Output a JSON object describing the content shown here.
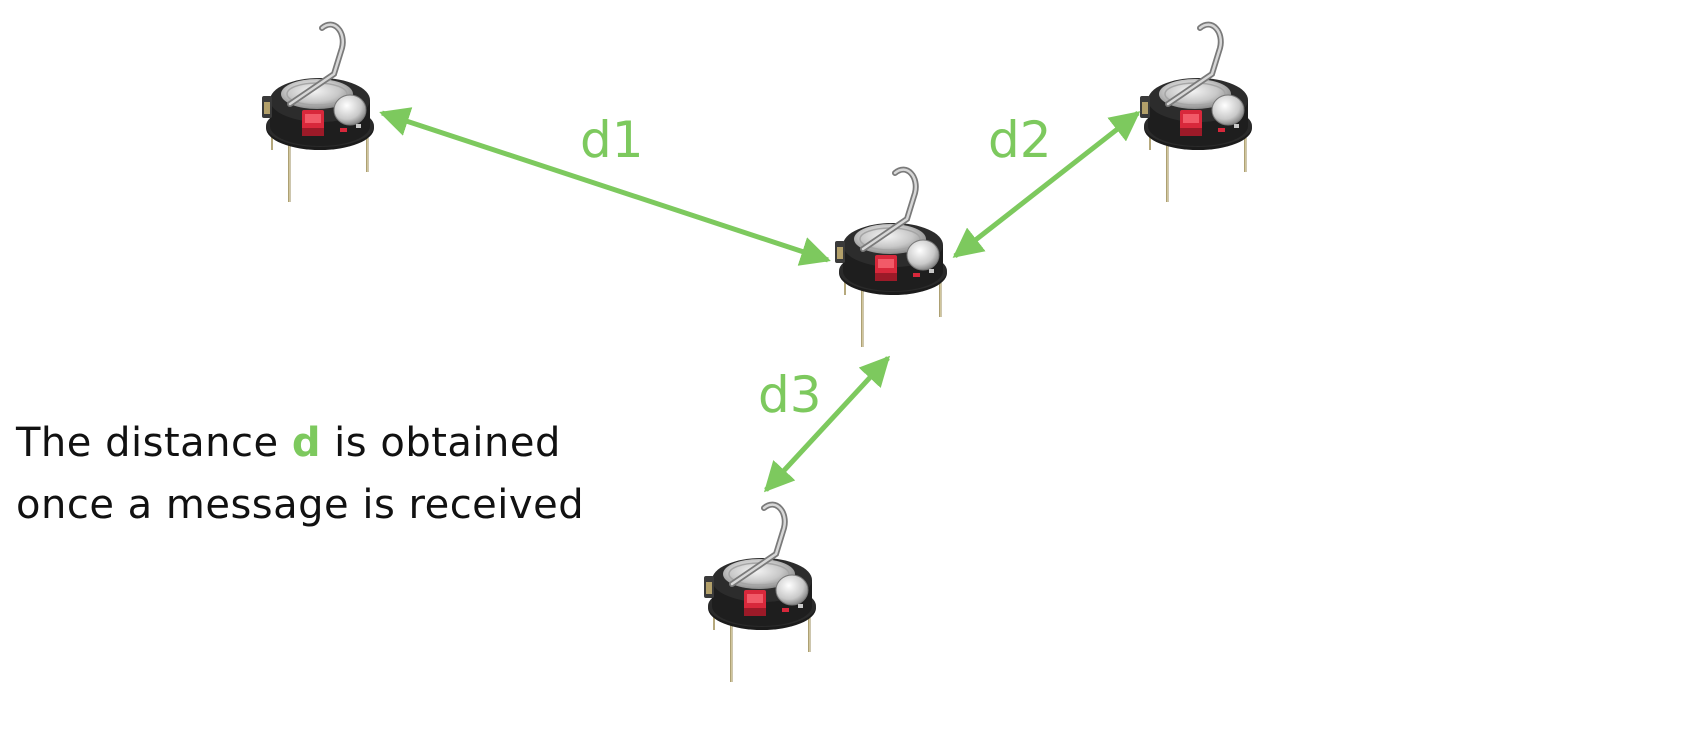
{
  "colors": {
    "accent": "#7dc95e",
    "text": "#111111"
  },
  "robots": [
    {
      "id": "robot-top-left"
    },
    {
      "id": "robot-center"
    },
    {
      "id": "robot-top-right"
    },
    {
      "id": "robot-bottom"
    }
  ],
  "distances": [
    {
      "label": "d1"
    },
    {
      "label": "d2"
    },
    {
      "label": "d3"
    }
  ],
  "caption": {
    "part1": "The distance ",
    "highlight": "d",
    "part2": " is obtained",
    "line2": "once a message is received"
  }
}
